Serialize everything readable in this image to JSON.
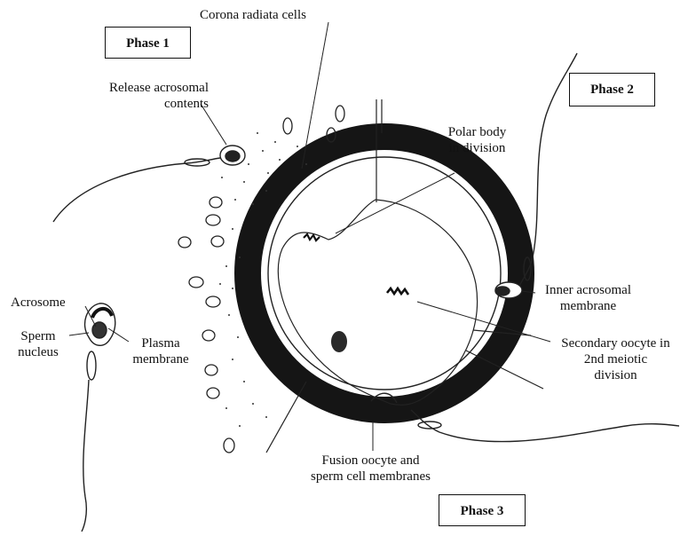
{
  "phases": {
    "phase1": "Phase 1",
    "phase2": "Phase 2",
    "phase3": "Phase 3"
  },
  "labels": {
    "corona_radiata": "Corona radiata cells",
    "release_acrosomal": [
      "Release acrosomal",
      "contents"
    ],
    "polar_body": [
      "Polar body",
      "in division"
    ],
    "inner_acrosomal": [
      "Inner acrosomal",
      "membrane"
    ],
    "secondary_oocyte": [
      "Secondary oocyte in",
      "2nd  meiotic",
      "division"
    ],
    "fusion": [
      "Fusion oocyte and",
      "sperm cell membranes"
    ],
    "acrosome": "Acrosome",
    "sperm_nucleus": [
      "Sperm",
      "nucleus"
    ],
    "plasma_membrane": [
      "Plasma",
      "membrane"
    ]
  }
}
